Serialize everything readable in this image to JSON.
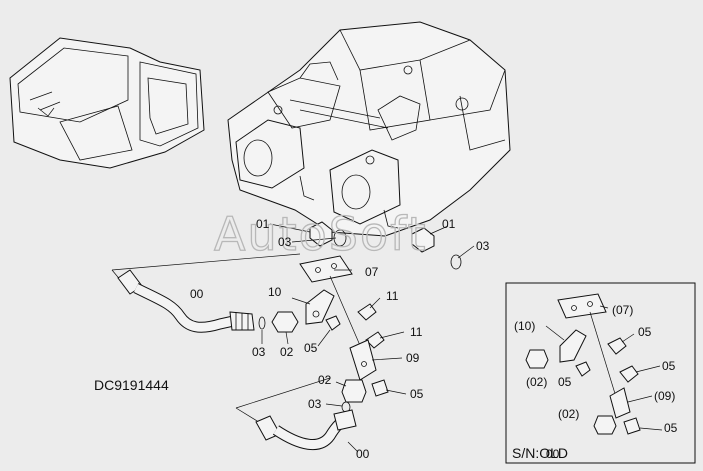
{
  "diagram_id": "DC9191444",
  "watermark": "AutoSoft",
  "inset_caption": "S/N:OLD",
  "inset_page_number": "00",
  "labels": {
    "pump_adapter_left": "01",
    "pump_adapter_right": "01",
    "oring_left": "03",
    "oring_right": "03",
    "bracket": "07",
    "clamp": "10",
    "bolt_upper": "11",
    "bolt_lower": "11",
    "hose_upper": "00",
    "hose_oring": "03",
    "hose_union": "02",
    "hose_bolt": "05",
    "lower_bracket": "09",
    "lower_union": "02",
    "lower_oring": "03",
    "lower_bolt": "05",
    "hose_lower": "00"
  },
  "inset_labels": {
    "bracket": "(07)",
    "clamp": "(10)",
    "bolt_a": "05",
    "union_a": "(02)",
    "bolt_b": "05",
    "bolt_c": "05",
    "lower_bracket": "(09)",
    "union_b": "(02)",
    "bolt_d": "05"
  }
}
